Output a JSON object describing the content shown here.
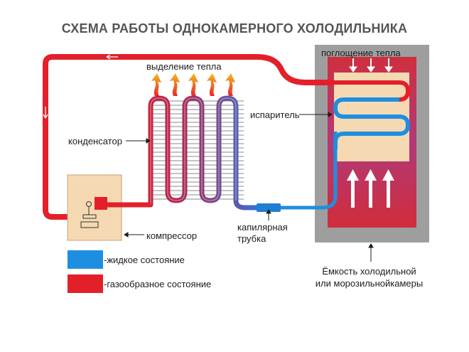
{
  "title": "СХЕМА РАБОТЫ ОДНОКАМЕРНОГО ХОЛОДИЛЬНИКА",
  "labels": {
    "heat_release": "выделение тепла",
    "heat_absorption": "поглощение тепла",
    "condenser": "конденсатор",
    "evaporator": "испаритель",
    "compressor": "компрессор",
    "capillary_line1": "капилярная",
    "capillary_line2": "трубка",
    "container_line1": "Ёмкость холодильной",
    "container_line2": "или морозильнойкамеры"
  },
  "legend": {
    "liquid": "-жидкое состояние",
    "gas": "-газообразное состояние"
  },
  "colors": {
    "gas_red": "#e3202a",
    "liquid_blue": "#1e8fe0",
    "mixed_purple": "#7a3a9a",
    "compressor_box": "#f5d9b3",
    "container_gray": "#9a9a9a",
    "heat_arrow": "#f4a21c"
  }
}
